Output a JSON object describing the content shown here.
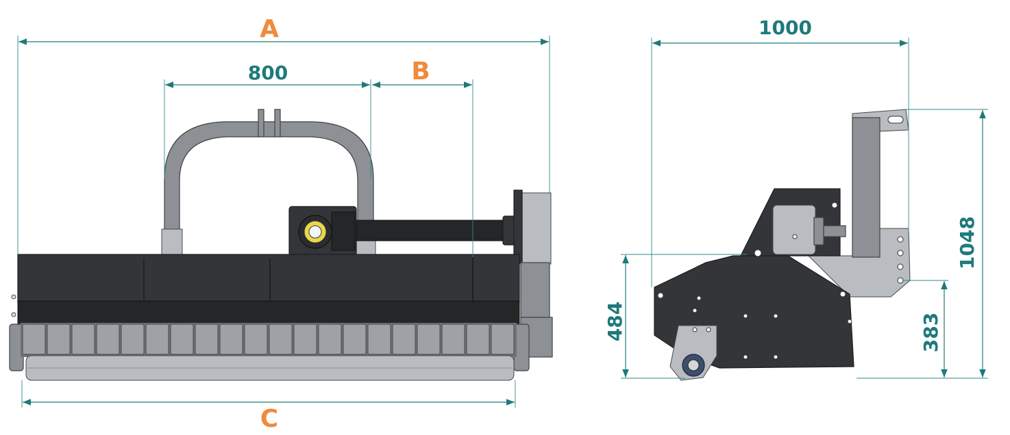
{
  "front_view": {
    "dim_overall_label": "A",
    "dim_hitch_label": "800",
    "dim_offset_label": "B",
    "dim_working_label": "C"
  },
  "side_view": {
    "dim_depth_label": "1000",
    "dim_total_height_label": "1048",
    "dim_height_484_label": "484",
    "dim_height_383_label": "383"
  },
  "colors": {
    "dimension_teal": "#1e7a7a",
    "letter_orange": "#f08a3c"
  }
}
